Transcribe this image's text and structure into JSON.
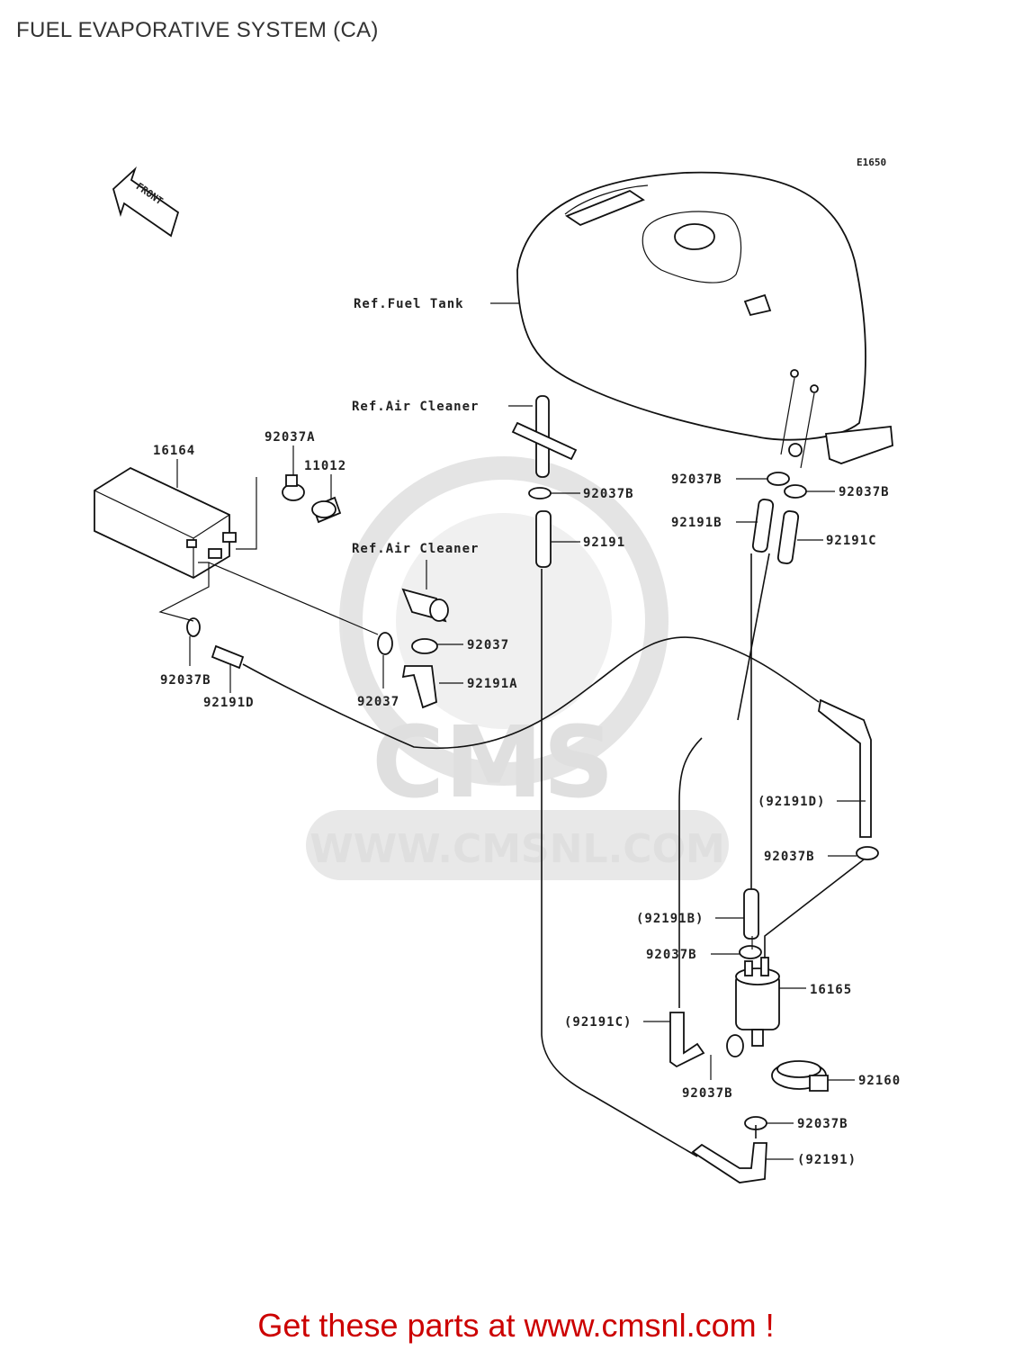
{
  "title": "FUEL EVAPORATIVE SYSTEM (CA)",
  "diagram_code": "E1650",
  "front_marker": "FRONT",
  "watermark": {
    "brand": "CMS",
    "url": "WWW.CMSNL.COM"
  },
  "reference_labels": {
    "fuel_tank": "Ref.Fuel Tank",
    "air_cleaner_upper": "Ref.Air Cleaner",
    "air_cleaner_lower": "Ref.Air Cleaner"
  },
  "part_labels": {
    "p16164": "16164",
    "p92037A": "92037A",
    "p11012": "11012",
    "p92037B_canister": "92037B",
    "p92191D": "92191D",
    "p92037_upper": "92037",
    "p92037_lower": "92037",
    "p92191A": "92191A",
    "p92037B_center": "92037B",
    "p92191": "92191",
    "p92037B_tank_left": "92037B",
    "p92037B_tank_right": "92037B",
    "p92191B": "92191B",
    "p92191C": "92191C",
    "p92191D_paren": "(92191D)",
    "p92037B_right": "92037B",
    "p92191B_paren": "(92191B)",
    "p92037B_sep_top": "92037B",
    "p16165": "16165",
    "p92191C_paren": "(92191C)",
    "p92037B_sep_left": "92037B",
    "p92160": "92160",
    "p92037B_bottom": "92037B",
    "p92191_paren": "(92191)"
  },
  "footer": "Get these parts at www.cmsnl.com !"
}
